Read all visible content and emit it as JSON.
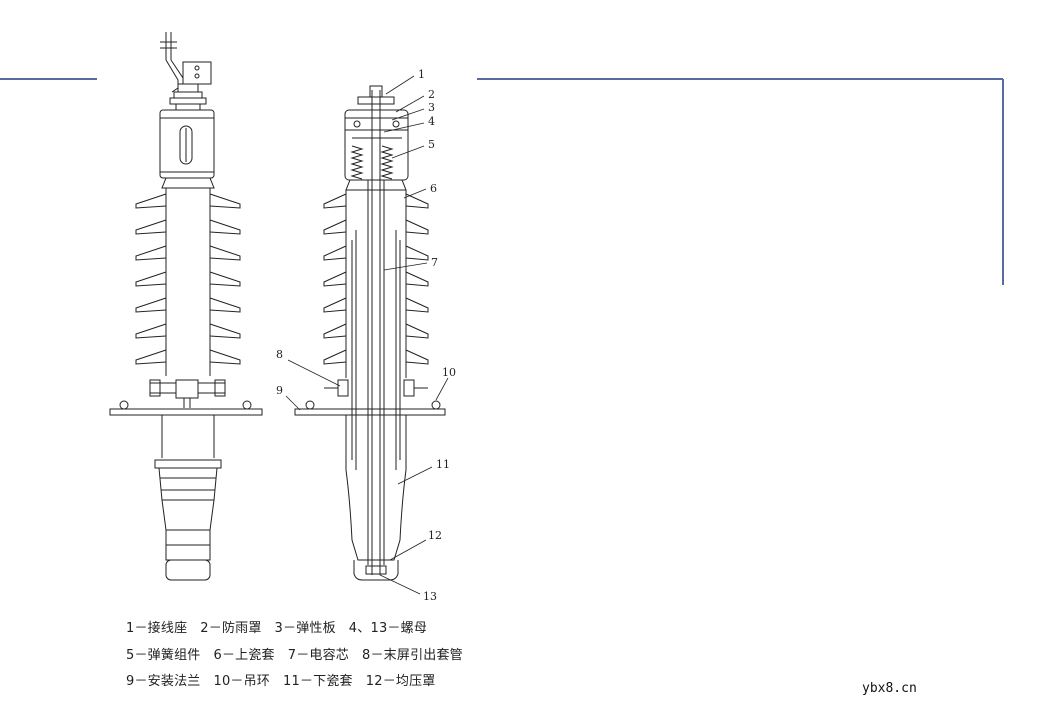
{
  "callouts": {
    "c1": "1",
    "c2": "2",
    "c3": "3",
    "c4": "4",
    "c5": "5",
    "c6": "6",
    "c7": "7",
    "c8": "8",
    "c9": "9",
    "c10": "10",
    "c11": "11",
    "c12": "12",
    "c13": "13"
  },
  "legend": {
    "line1": "1－接线座   2－防雨罩   3－弹性板   4、13－螺母",
    "line2": "5－弹簧组件   6－上瓷套   7－电容芯   8－末屏引出套管",
    "line3": "9－安装法兰   10－吊环   11－下瓷套   12－均压罩"
  },
  "watermark": "ybx8.cn",
  "colors": {
    "frame": "#5a6aa0",
    "drawing": "#222222"
  }
}
